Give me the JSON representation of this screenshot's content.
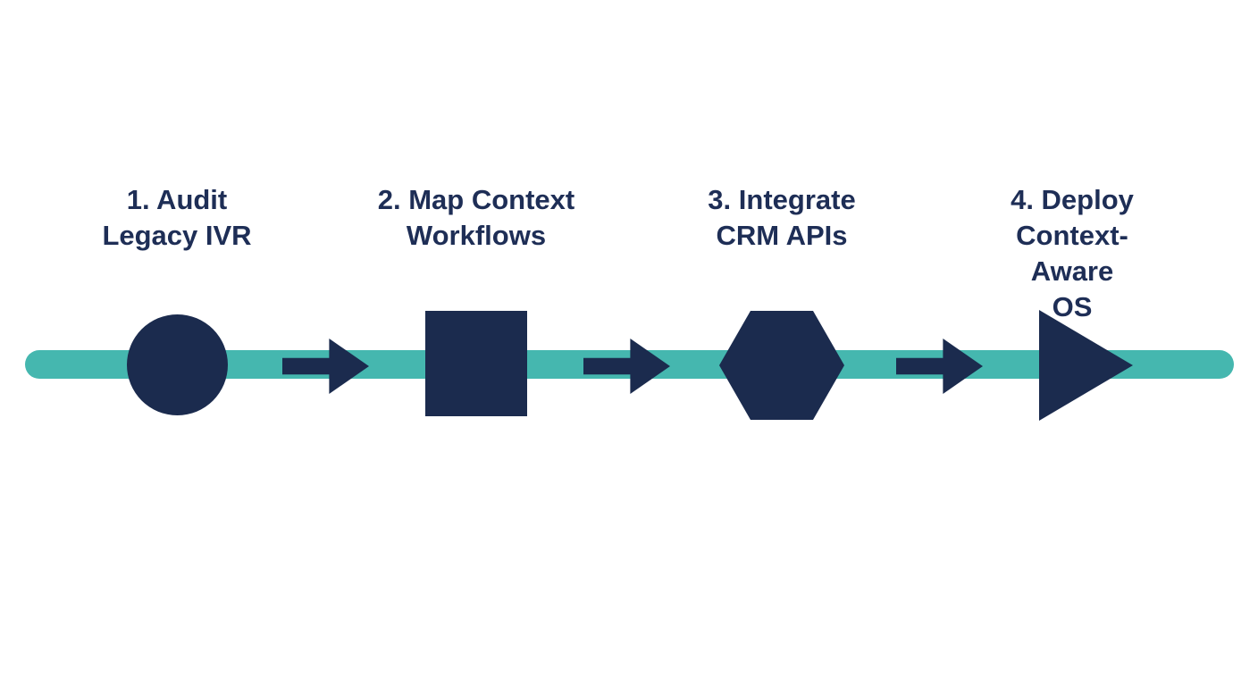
{
  "diagram": {
    "type": "process-timeline",
    "background": "#ffffff",
    "colors": {
      "timeline": "#45b7af",
      "shape": "#1b2b4e",
      "text": "#1e2e56"
    },
    "steps": [
      {
        "label": "1. Audit\nLegacy IVR",
        "shape": "circle"
      },
      {
        "label": "2. Map Context\nWorkflows",
        "shape": "square"
      },
      {
        "label": "3. Integrate\nCRM APIs",
        "shape": "hexagon"
      },
      {
        "label": "4. Deploy\nContext-Aware\nOS",
        "shape": "triangle"
      }
    ],
    "connectors": [
      {
        "type": "arrow-right"
      },
      {
        "type": "arrow-right"
      },
      {
        "type": "arrow-right"
      }
    ]
  }
}
